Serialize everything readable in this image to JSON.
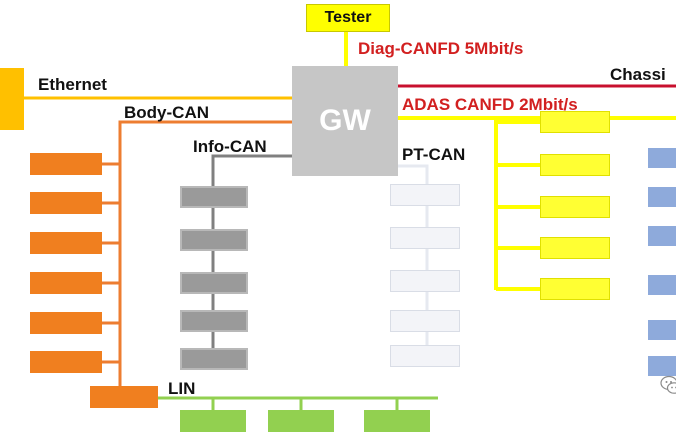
{
  "gateway": {
    "label": "GW",
    "color": "#c6c6c6"
  },
  "tester": {
    "label": "Tester",
    "color": "#ffff00"
  },
  "buses": {
    "diag": {
      "label": "Diag-CANFD 5Mbit/s",
      "color": "#d22020"
    },
    "chassis": {
      "label": "Chassi",
      "color": "#c8102e"
    },
    "adas": {
      "label": "ADAS CANFD 2Mbit/s",
      "color": "#ffff00"
    },
    "ethernet": {
      "label": "Ethernet",
      "color": "#ffc000"
    },
    "body": {
      "label": "Body-CAN",
      "color": "#ed7d31"
    },
    "info": {
      "label": "Info-CAN",
      "color": "#808080"
    },
    "pt": {
      "label": "PT-CAN",
      "color": "#e6e9f0"
    },
    "lin": {
      "label": "LIN",
      "color": "#92d050"
    }
  },
  "node_counts": {
    "body": 6,
    "info": 5,
    "pt": 5,
    "adas": 5,
    "chassis": 6,
    "lin": 3
  },
  "icons": {
    "watermark": "wechat-icon"
  }
}
